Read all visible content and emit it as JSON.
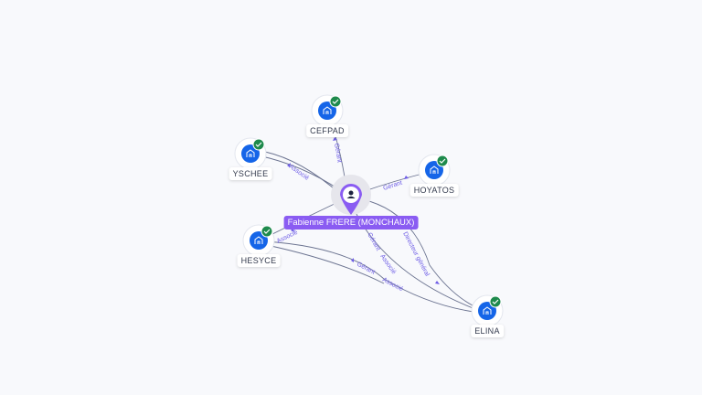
{
  "center": {
    "label": "Fabienne FRERE (MONCHAUX)",
    "icon": "person-icon",
    "color": "#8a5cf2"
  },
  "companies": [
    {
      "label": "CEFPAD",
      "icon": "building-icon",
      "verified": true
    },
    {
      "label": "YSCHEE",
      "icon": "building-icon",
      "verified": true
    },
    {
      "label": "HOYATOS",
      "icon": "building-icon",
      "verified": true
    },
    {
      "label": "HESYCE",
      "icon": "building-icon",
      "verified": true
    },
    {
      "label": "ELINA",
      "icon": "building-icon",
      "verified": true
    }
  ],
  "edges": {
    "cefpad": "Gérant",
    "yschee": "Associé",
    "hoyatos": "Gérant",
    "hesyce": "Associé",
    "elina_1a": "Gérant",
    "elina_1b": "Associé",
    "elina_2": "Directeur général",
    "hesyce_elina_a": "Gérant",
    "hesyce_elina_b": "Associé"
  },
  "colors": {
    "company": "#1565e8",
    "check": "#1e8a4c",
    "edge_label": "#6d5ce6"
  }
}
